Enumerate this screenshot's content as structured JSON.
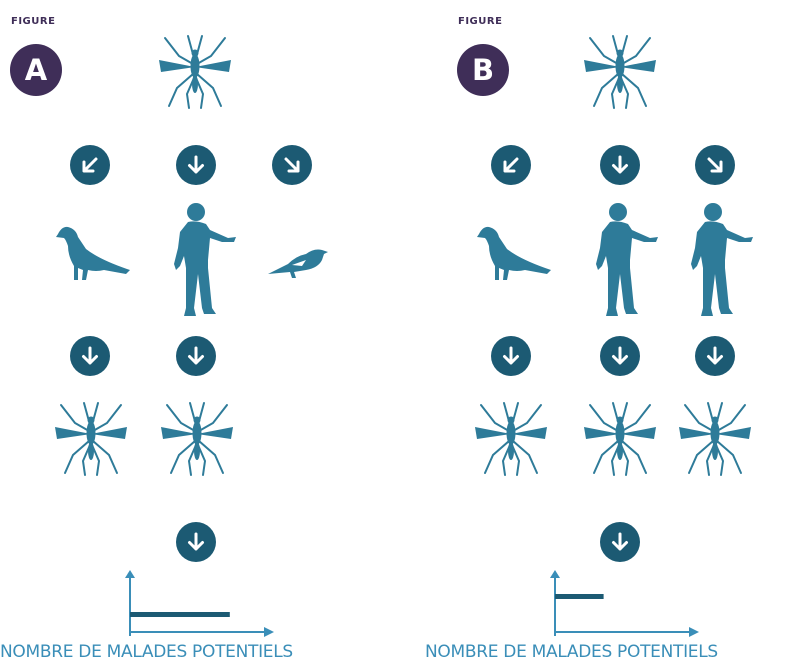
{
  "colors": {
    "accent_dark": "#1c5a73",
    "silhouette": "#2e7b99",
    "badge": "#3f2e58",
    "caption": "#3a8eb8"
  },
  "figure_a": {
    "figure_word": "FIGURE",
    "badge_letter": "A",
    "caption": "NOMBRE DE MALADES POTENTIELS",
    "hosts": [
      "bird-icon",
      "person-icon",
      "small-bird-icon"
    ],
    "next_generation": [
      "mosquito-icon",
      "mosquito-icon"
    ],
    "cases_level": 0.78
  },
  "figure_b": {
    "figure_word": "FIGURE",
    "badge_letter": "B",
    "caption": "NOMBRE DE MALADES POTENTIELS",
    "hosts": [
      "bird-icon",
      "person-icon",
      "person-icon"
    ],
    "next_generation": [
      "mosquito-icon",
      "mosquito-icon",
      "mosquito-icon"
    ],
    "cases_level": 0.38
  }
}
